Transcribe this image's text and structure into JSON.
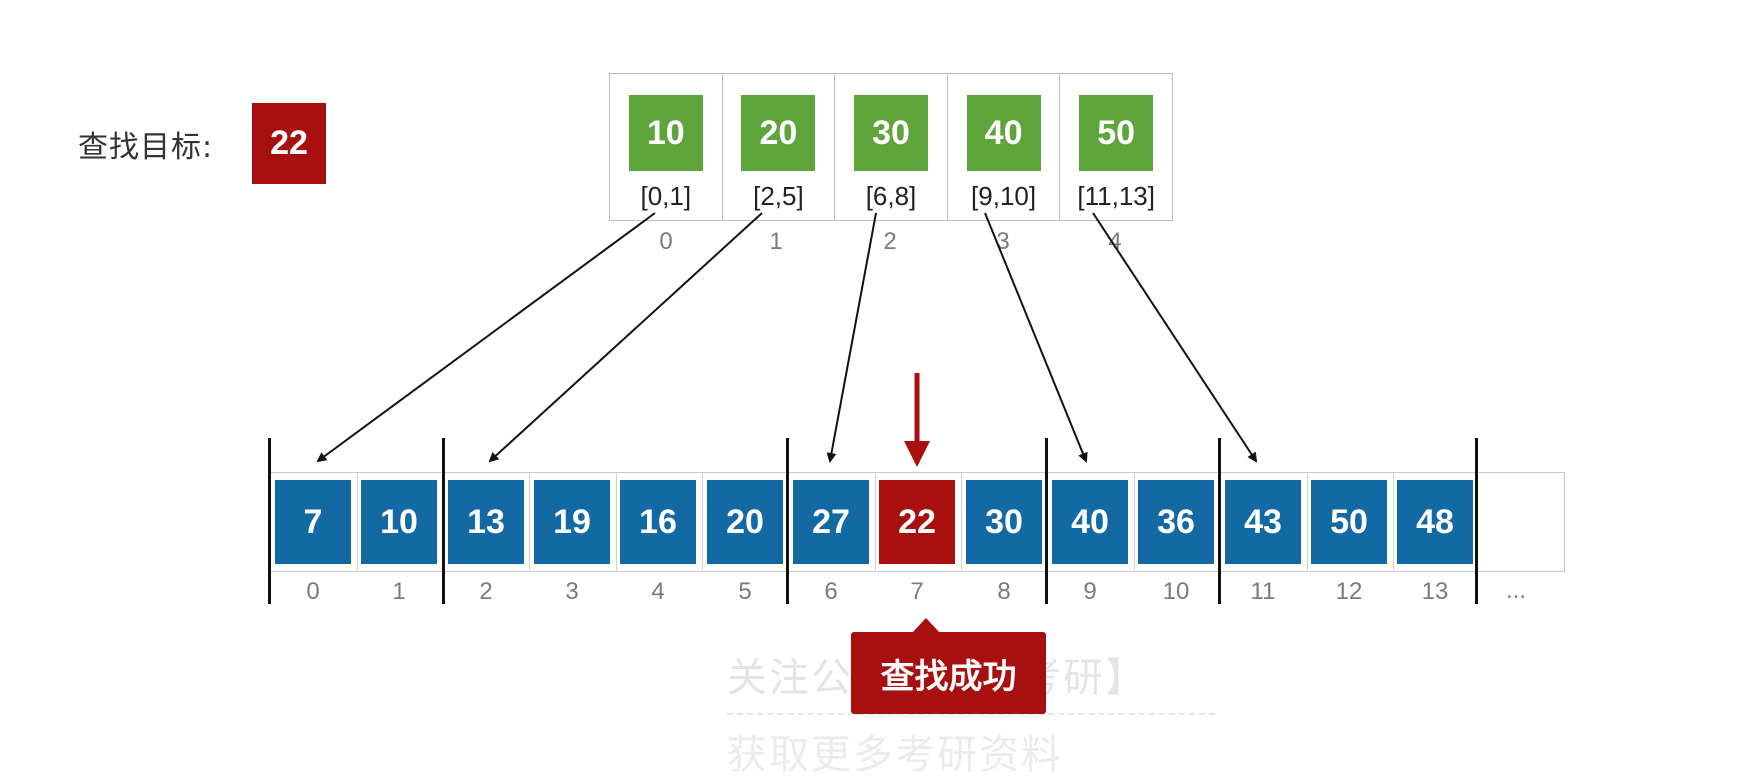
{
  "target": {
    "label": "查找目标:",
    "value": "22"
  },
  "index_table": [
    {
      "key": "10",
      "range": "[0,1]",
      "pos": "0"
    },
    {
      "key": "20",
      "range": "[2,5]",
      "pos": "1"
    },
    {
      "key": "30",
      "range": "[6,8]",
      "pos": "2"
    },
    {
      "key": "40",
      "range": "[9,10]",
      "pos": "3"
    },
    {
      "key": "50",
      "range": "[11,13]",
      "pos": "4"
    }
  ],
  "array": [
    "7",
    "10",
    "13",
    "19",
    "16",
    "20",
    "27",
    "22",
    "30",
    "40",
    "36",
    "43",
    "50",
    "48"
  ],
  "array_indices": [
    "0",
    "1",
    "2",
    "3",
    "4",
    "5",
    "6",
    "7",
    "8",
    "9",
    "10",
    "11",
    "12",
    "13"
  ],
  "array_ellipsis": "...",
  "found_index": 7,
  "status": {
    "text": "查找成功"
  },
  "watermark": {
    "line1": "关注公众号【神考研】",
    "line2": "获取更多考研资料"
  },
  "colors": {
    "index_key": "#5ea43a",
    "array_cell": "#1369a3",
    "highlight": "#a8100f"
  }
}
